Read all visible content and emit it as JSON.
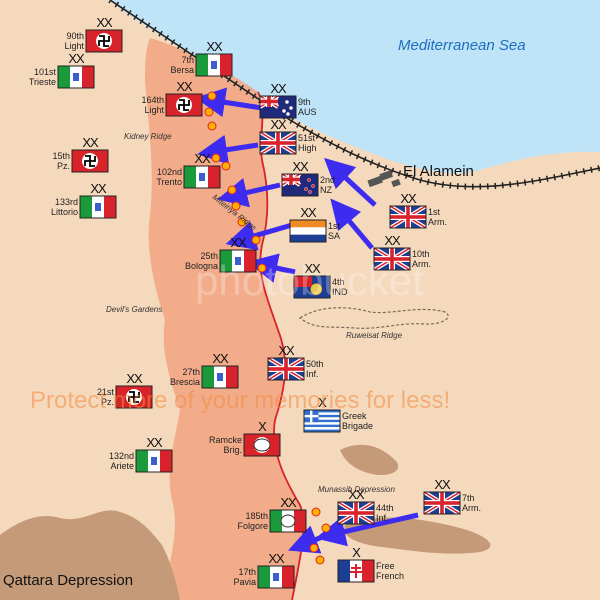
{
  "title": "",
  "places": {
    "sea": "Mediterranean Sea",
    "el_alamein": "El Alamein",
    "qattara": "Qattara Depression",
    "kidney_ridge": "Kidney Ridge",
    "miteiriya_ridge": "Miteiriya Ridge",
    "devils_gardens": "Devil's Gardens",
    "ruweisat_ridge": "Ruweisat Ridge",
    "munassib_depression": "Munassib Depression"
  },
  "axis_units": [
    {
      "id": "ax-90-light",
      "line1": "90th",
      "line2": "Light",
      "nation": "germany",
      "size": "XX"
    },
    {
      "id": "ax-101-trieste",
      "line1": "101st",
      "line2": "Trieste",
      "nation": "italy",
      "size": "XX"
    },
    {
      "id": "ax-7-bersa",
      "line1": "7th",
      "line2": "Bersa",
      "nation": "italy",
      "size": "XX"
    },
    {
      "id": "ax-164-light",
      "line1": "164th",
      "line2": "Light",
      "nation": "germany",
      "size": "XX"
    },
    {
      "id": "ax-15-pz",
      "line1": "15th",
      "line2": "Pz.",
      "nation": "germany",
      "size": "XX"
    },
    {
      "id": "ax-102-trento",
      "line1": "102nd",
      "line2": "Trento",
      "nation": "italy",
      "size": "XX"
    },
    {
      "id": "ax-133-littorio",
      "line1": "133rd",
      "line2": "Littorio",
      "nation": "italy",
      "size": "XX"
    },
    {
      "id": "ax-25-bologna",
      "line1": "25th",
      "line2": "Bologna",
      "nation": "italy",
      "size": "XX"
    },
    {
      "id": "ax-27-brescia",
      "line1": "27th",
      "line2": "Brescia",
      "nation": "italy",
      "size": "XX"
    },
    {
      "id": "ax-21-pz",
      "line1": "21st",
      "line2": "Pz.",
      "nation": "germany",
      "size": "XX"
    },
    {
      "id": "ax-132-ariete",
      "line1": "132nd",
      "line2": "Ariete",
      "nation": "italy",
      "size": "XX"
    },
    {
      "id": "ax-ramcke",
      "line1": "Ramcke",
      "line2": "Brig.",
      "nation": "germany-para",
      "size": "X"
    },
    {
      "id": "ax-185-folgore",
      "line1": "185th",
      "line2": "Folgore",
      "nation": "italy-para",
      "size": "XX"
    },
    {
      "id": "ax-17-pavia",
      "line1": "17th",
      "line2": "Pavia",
      "nation": "italy",
      "size": "XX"
    }
  ],
  "allied_units": [
    {
      "id": "al-9-aus",
      "line1": "9th",
      "line2": "AUS",
      "nation": "australia",
      "size": "XX"
    },
    {
      "id": "al-51-high",
      "line1": "51st",
      "line2": "High",
      "nation": "uk",
      "size": "XX"
    },
    {
      "id": "al-2-nz",
      "line1": "2nd",
      "line2": "NZ",
      "nation": "newzealand",
      "size": "XX"
    },
    {
      "id": "al-1-sa",
      "line1": "1st",
      "line2": "SA",
      "nation": "southafrica",
      "size": "XX"
    },
    {
      "id": "al-1-arm",
      "line1": "1st",
      "line2": "Arm.",
      "nation": "uk",
      "size": "XX"
    },
    {
      "id": "al-10-arm",
      "line1": "10th",
      "line2": "Arm.",
      "nation": "uk",
      "size": "XX"
    },
    {
      "id": "al-4-ind",
      "line1": "4th",
      "line2": "IND",
      "nation": "india",
      "size": "XX"
    },
    {
      "id": "al-50-inf",
      "line1": "50th",
      "line2": "Inf.",
      "nation": "uk",
      "size": "XX"
    },
    {
      "id": "al-greek",
      "line1": "Greek",
      "line2": "Brigade",
      "nation": "greece",
      "size": "X"
    },
    {
      "id": "al-44-inf",
      "line1": "44th",
      "line2": "Inf.",
      "nation": "uk",
      "size": "XX"
    },
    {
      "id": "al-7-arm",
      "line1": "7th",
      "line2": "Arm.",
      "nation": "uk",
      "size": "XX"
    },
    {
      "id": "al-free-french",
      "line1": "Free",
      "line2": "French",
      "nation": "freefrench",
      "size": "X"
    }
  ],
  "colors": {
    "sea": "#bfe3f7",
    "desert": "#f5d9bd",
    "axis_zone": "#f2a684",
    "front_line": "#d9232c",
    "attack_arrow": "#3d2bf0",
    "railway": "#222222",
    "depression": "#c49a78"
  },
  "watermark": {
    "brand": "photobucket",
    "tagline": "Protect more of your memories for less!"
  }
}
